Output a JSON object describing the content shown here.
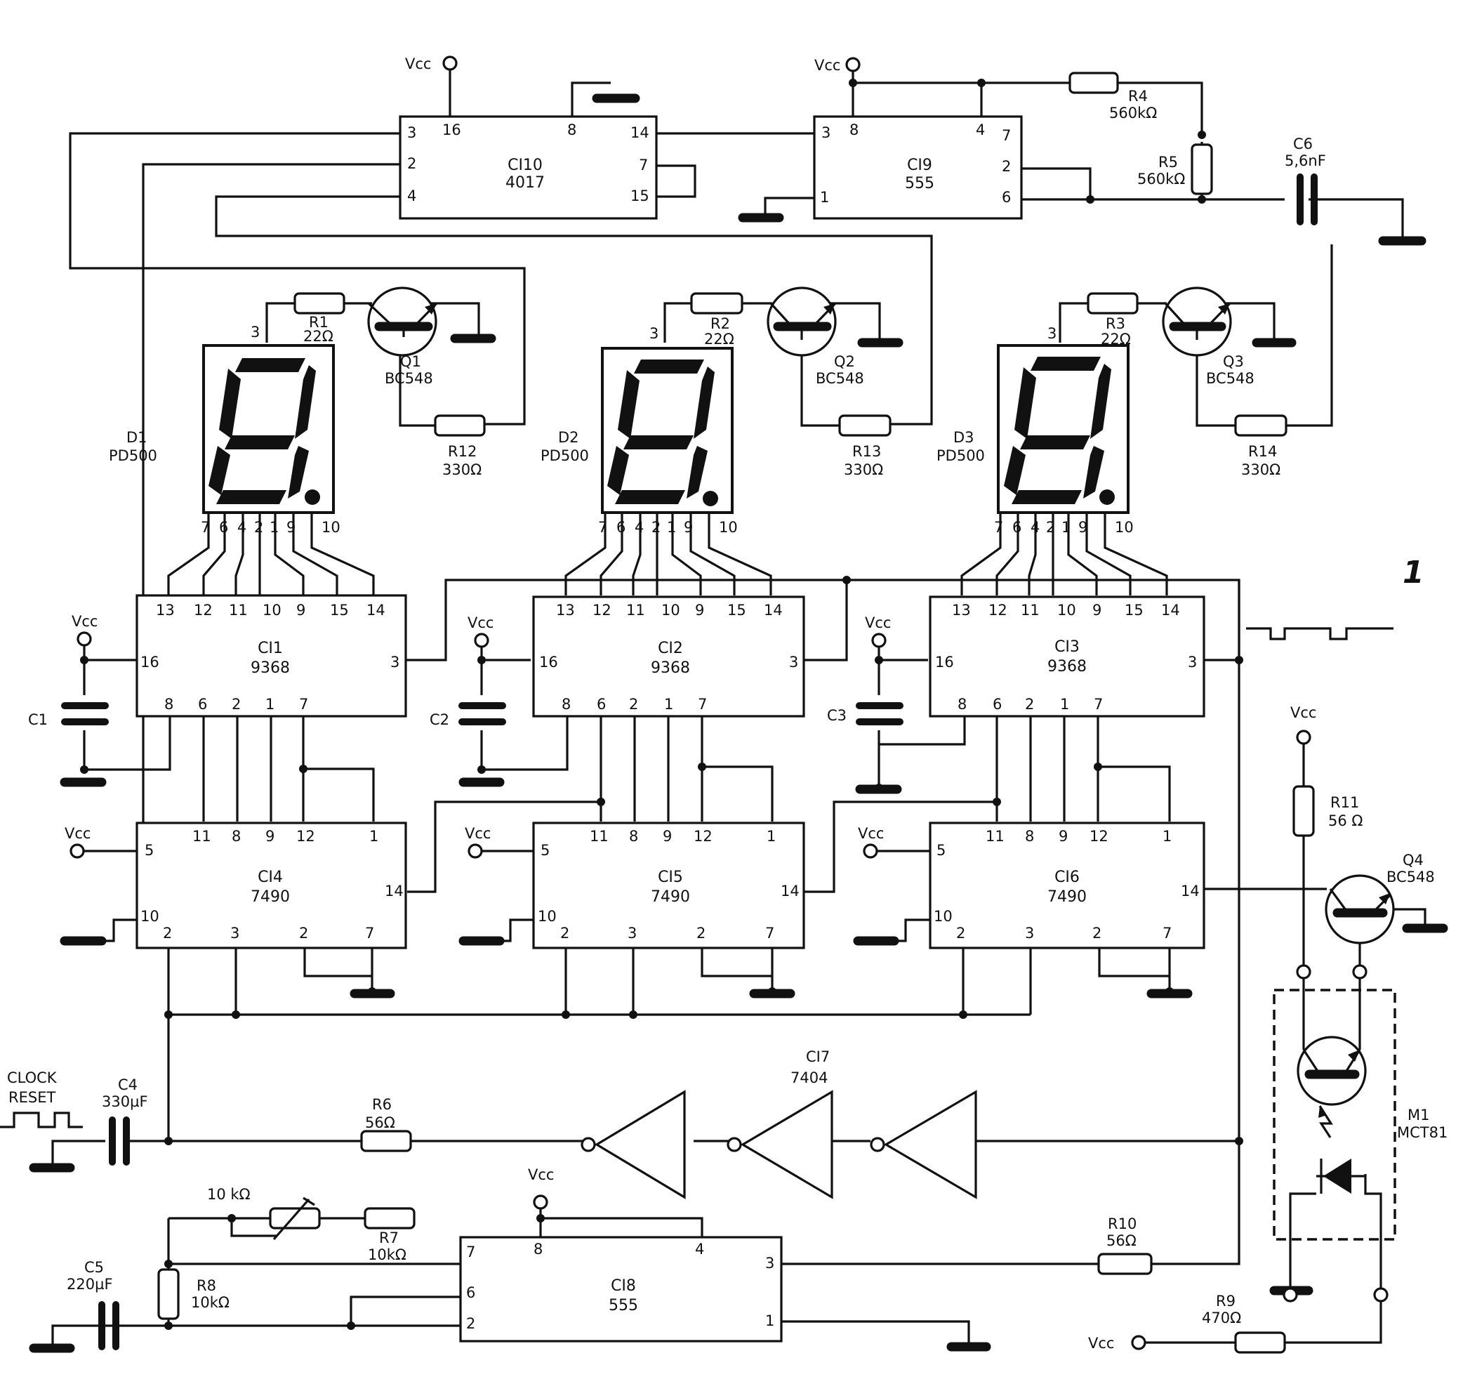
{
  "figure_number": "1",
  "vcc_label": "Vcc",
  "clock_reset": [
    "CLOCK",
    "RESET"
  ],
  "ics": {
    "ci10": {
      "ref": "CI10",
      "part": "4017",
      "pins": [
        "3",
        "16",
        "8",
        "14",
        "2",
        "7",
        "4",
        "15"
      ]
    },
    "ci9": {
      "ref": "CI9",
      "part": "555",
      "pins": [
        "3",
        "8",
        "4",
        "7",
        "2",
        "1",
        "6"
      ]
    },
    "ci1": {
      "ref": "CI1",
      "part": "9368",
      "pins_top": [
        "13",
        "12",
        "11",
        "10",
        "9",
        "15",
        "14"
      ],
      "pin_left": "16",
      "pin_right": "3",
      "pins_bottom": [
        "8",
        "6",
        "2",
        "1",
        "7"
      ]
    },
    "ci2": {
      "ref": "CI2",
      "part": "9368",
      "pins_top": [
        "13",
        "12",
        "11",
        "10",
        "9",
        "15",
        "14"
      ],
      "pin_left": "16",
      "pin_right": "3",
      "pins_bottom": [
        "8",
        "6",
        "2",
        "1",
        "7"
      ]
    },
    "ci3": {
      "ref": "CI3",
      "part": "9368",
      "pins_top": [
        "13",
        "12",
        "11",
        "10",
        "9",
        "15",
        "14"
      ],
      "pin_left": "16",
      "pin_right": "3",
      "pins_bottom": [
        "8",
        "6",
        "2",
        "1",
        "7"
      ]
    },
    "ci4": {
      "ref": "CI4",
      "part": "7490",
      "pins_top": [
        "11",
        "8",
        "9",
        "12",
        "1"
      ],
      "pins_left": [
        "5",
        "10"
      ],
      "pin_right": "14",
      "pins_bottom": [
        "2",
        "3",
        "2",
        "7"
      ]
    },
    "ci5": {
      "ref": "CI5",
      "part": "7490",
      "pins_top": [
        "11",
        "8",
        "9",
        "12",
        "1"
      ],
      "pins_left": [
        "5",
        "10"
      ],
      "pin_right": "14",
      "pins_bottom": [
        "2",
        "3",
        "2",
        "7"
      ]
    },
    "ci6": {
      "ref": "CI6",
      "part": "7490",
      "pins_top": [
        "11",
        "8",
        "9",
        "12",
        "1"
      ],
      "pins_left": [
        "5",
        "10"
      ],
      "pin_right": "14",
      "pins_bottom": [
        "2",
        "3",
        "2",
        "7"
      ]
    },
    "ci7": {
      "ref": "CI7",
      "part": "7404"
    },
    "ci8": {
      "ref": "CI8",
      "part": "555",
      "pins": [
        "7",
        "8",
        "4",
        "3",
        "6",
        "2",
        "1"
      ]
    }
  },
  "displays": [
    {
      "ref": "D1",
      "part": "PD500",
      "pin_top": "3",
      "pins": [
        "7",
        "6",
        "4",
        "2",
        "1",
        "9",
        "10"
      ]
    },
    {
      "ref": "D2",
      "part": "PD500",
      "pin_top": "3",
      "pins": [
        "7",
        "6",
        "4",
        "2",
        "1",
        "9",
        "10"
      ]
    },
    {
      "ref": "D3",
      "part": "PD500",
      "pin_top": "3",
      "pins": [
        "7",
        "6",
        "4",
        "2",
        "1",
        "9",
        "10"
      ]
    }
  ],
  "transistors": [
    {
      "ref": "Q1",
      "part": "BC548"
    },
    {
      "ref": "Q2",
      "part": "BC548"
    },
    {
      "ref": "Q3",
      "part": "BC548"
    },
    {
      "ref": "Q4",
      "part": "BC548"
    }
  ],
  "resistors": {
    "r1": {
      "ref": "R1",
      "value": "22Ω"
    },
    "r2": {
      "ref": "R2",
      "value": "22Ω"
    },
    "r3": {
      "ref": "R3",
      "value": "22Ω"
    },
    "r4": {
      "ref": "R4",
      "value": "560kΩ"
    },
    "r5": {
      "ref": "R5",
      "value": "560kΩ"
    },
    "r6": {
      "ref": "R6",
      "value": "56Ω"
    },
    "r7": {
      "ref": "R7",
      "value": "10kΩ"
    },
    "r8": {
      "ref": "R8",
      "value": "10kΩ"
    },
    "r9": {
      "ref": "R9",
      "value": "470Ω"
    },
    "r10": {
      "ref": "R10",
      "value": "56Ω"
    },
    "r11": {
      "ref": "R11",
      "value": "56 Ω"
    },
    "r12": {
      "ref": "R12",
      "value": "330Ω"
    },
    "r13": {
      "ref": "R13",
      "value": "330Ω"
    },
    "r14": {
      "ref": "R14",
      "value": "330Ω"
    },
    "pot": {
      "value": "10 kΩ"
    }
  },
  "capacitors": {
    "c1": {
      "ref": "C1"
    },
    "c2": {
      "ref": "C2"
    },
    "c3": {
      "ref": "C3"
    },
    "c4": {
      "ref": "C4",
      "value": "330µF"
    },
    "c5": {
      "ref": "C5",
      "value": "220µF"
    },
    "c6": {
      "ref": "C6",
      "value": "5,6nF"
    }
  },
  "optocoupler": {
    "ref": "M1",
    "part": "MCT81"
  }
}
